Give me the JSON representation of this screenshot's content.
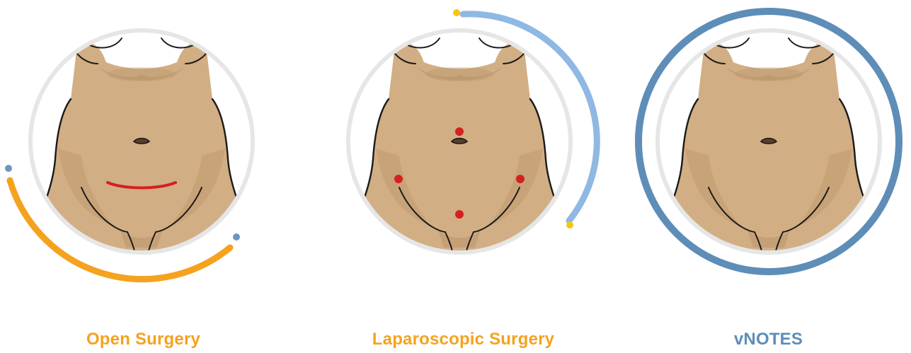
{
  "panels": [
    {
      "id": "open",
      "label": "Open Surgery",
      "color": "#F5A21E",
      "accent_dot": "#6E95C2",
      "incision": "lower-curve-red-line"
    },
    {
      "id": "laparoscopic",
      "label": "Laparoscopic Surgery",
      "color": "#F5A21E",
      "arc_color": "#8FB8E3",
      "accent_dot": "#F5C518",
      "incision": "four-red-port-dots"
    },
    {
      "id": "vnotes",
      "label": "vNOTES",
      "color": "#5E8DB8",
      "ring_color": "#5E8DB8",
      "incision": "none"
    }
  ],
  "colors": {
    "skin": "#D2AE84",
    "skin_shadow": "#B8926A",
    "frame_ring": "#E6E6E6",
    "outline": "#1A1A1A",
    "incision_red": "#D62020"
  }
}
